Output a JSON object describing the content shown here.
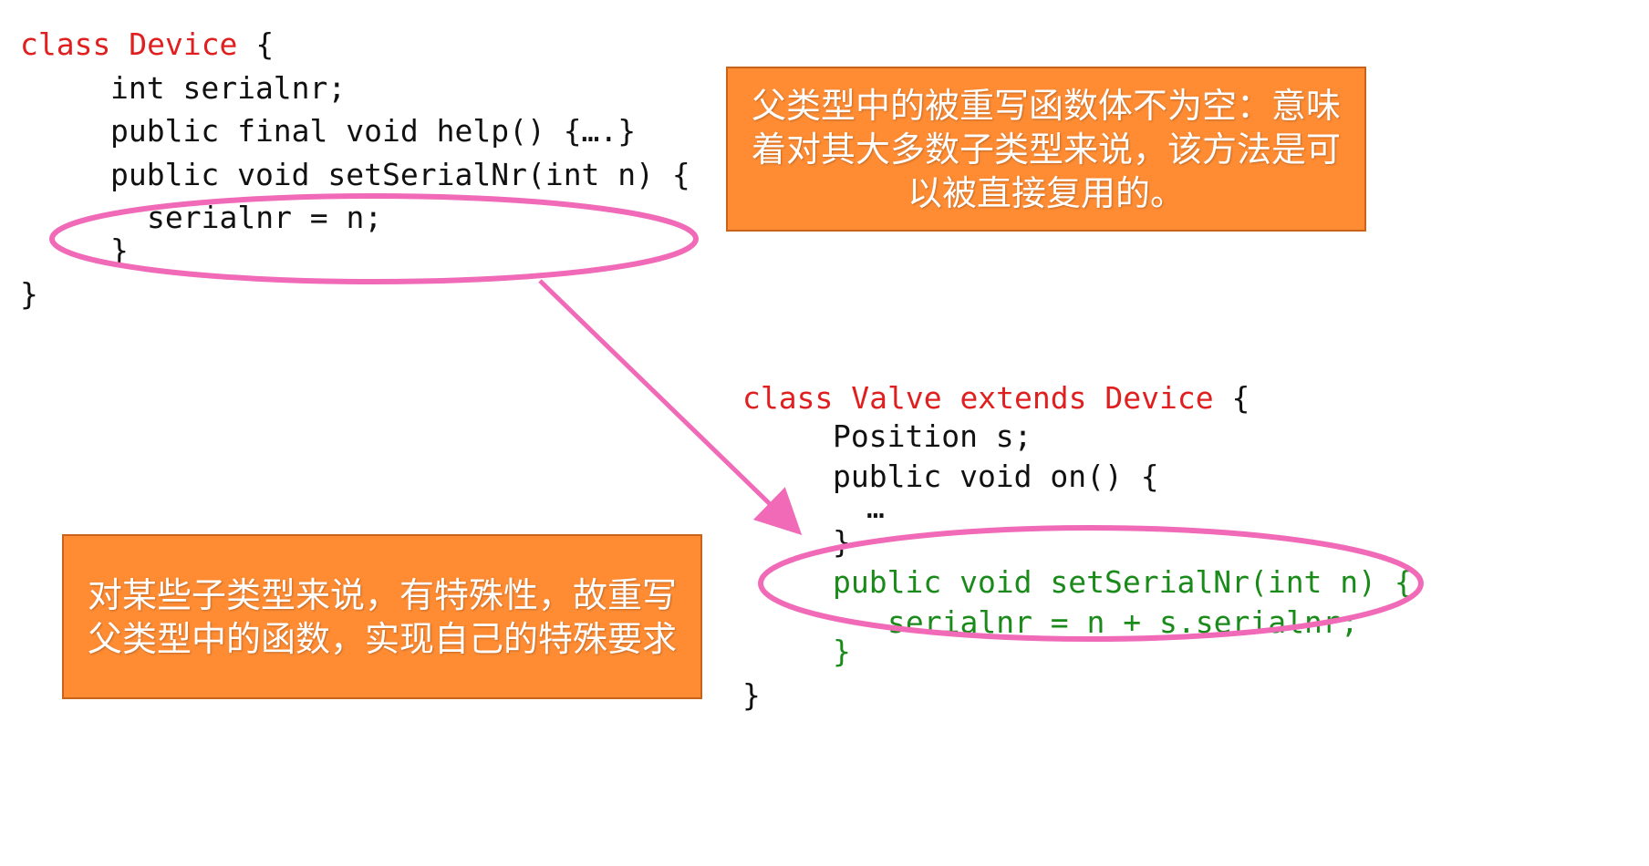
{
  "device_code": {
    "class_kw": "class",
    "class_name": "Device",
    "open_brace": "{",
    "line_field": "int serialnr;",
    "line_help": "public final void help() {….}",
    "line_setter": "public void setSerialNr(int n) {",
    "line_assign": "serialnr = n;",
    "line_method_close": "}",
    "line_class_close": "}"
  },
  "valve_code": {
    "class_kw": "class",
    "class_name": "Valve",
    "extends_kw": "extends",
    "parent_name": "Device",
    "open_brace": "{",
    "line_field": "Position s;",
    "line_on": "public void on() {",
    "line_ellipsis": "…",
    "line_on_close": "}",
    "line_override": "public void setSerialNr(int n) {",
    "line_override_body": "serialnr = n + s.serialnr;",
    "line_override_close": "}",
    "line_class_close": "}"
  },
  "callout_top": "父类型中的被重写函数体不为空：意味着对其大多数子类型来说，该方法是可以被直接复用的。",
  "callout_bottom": "对某些子类型来说，有特殊性，故重写父类型中的函数，实现自己的特殊要求",
  "colors": {
    "keyword": "#e02020",
    "override": "#1a8a1a",
    "callout_fill": "#ff8c33",
    "highlight": "#f06ab8"
  }
}
